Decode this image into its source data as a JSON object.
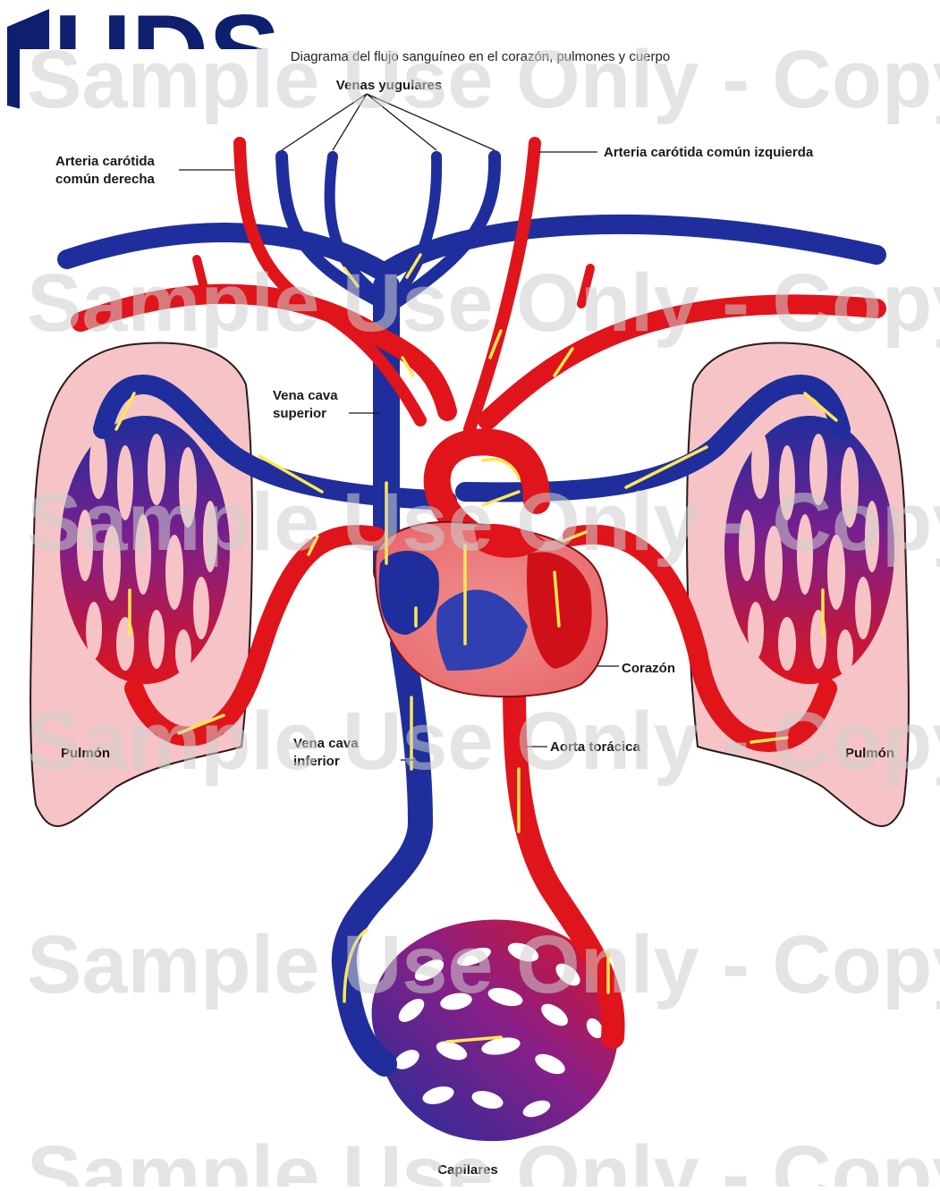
{
  "logo": {
    "text": "UDS"
  },
  "title": "Diagrama del flujo sanguíneo en el corazón, pulmones y cuerpo",
  "watermark": {
    "text": "Sample Use Only - Copyri"
  },
  "labels": {
    "jugular_veins": "Venas yugulares",
    "right_carotid_line1": "Arteria carótida",
    "right_carotid_line2": "común derecha",
    "left_carotid": "Arteria carótida común izquierda",
    "superior_cava_line1": "Vena cava",
    "superior_cava_line2": "superior",
    "inferior_cava_line1": "Vena cava",
    "inferior_cava_line2": "inferior",
    "heart": "Corazón",
    "thoracic_aorta": "Aorta torácica",
    "lung_left": "Pulmón",
    "lung_right": "Pulmón",
    "capillaries": "Capilares"
  },
  "colors": {
    "vein": "#1f2e9c",
    "artery": "#e0141b",
    "lung_tissue": "#f6c4c6",
    "flow_arrows": "#ffe850",
    "logo": "#0d1f6e"
  }
}
